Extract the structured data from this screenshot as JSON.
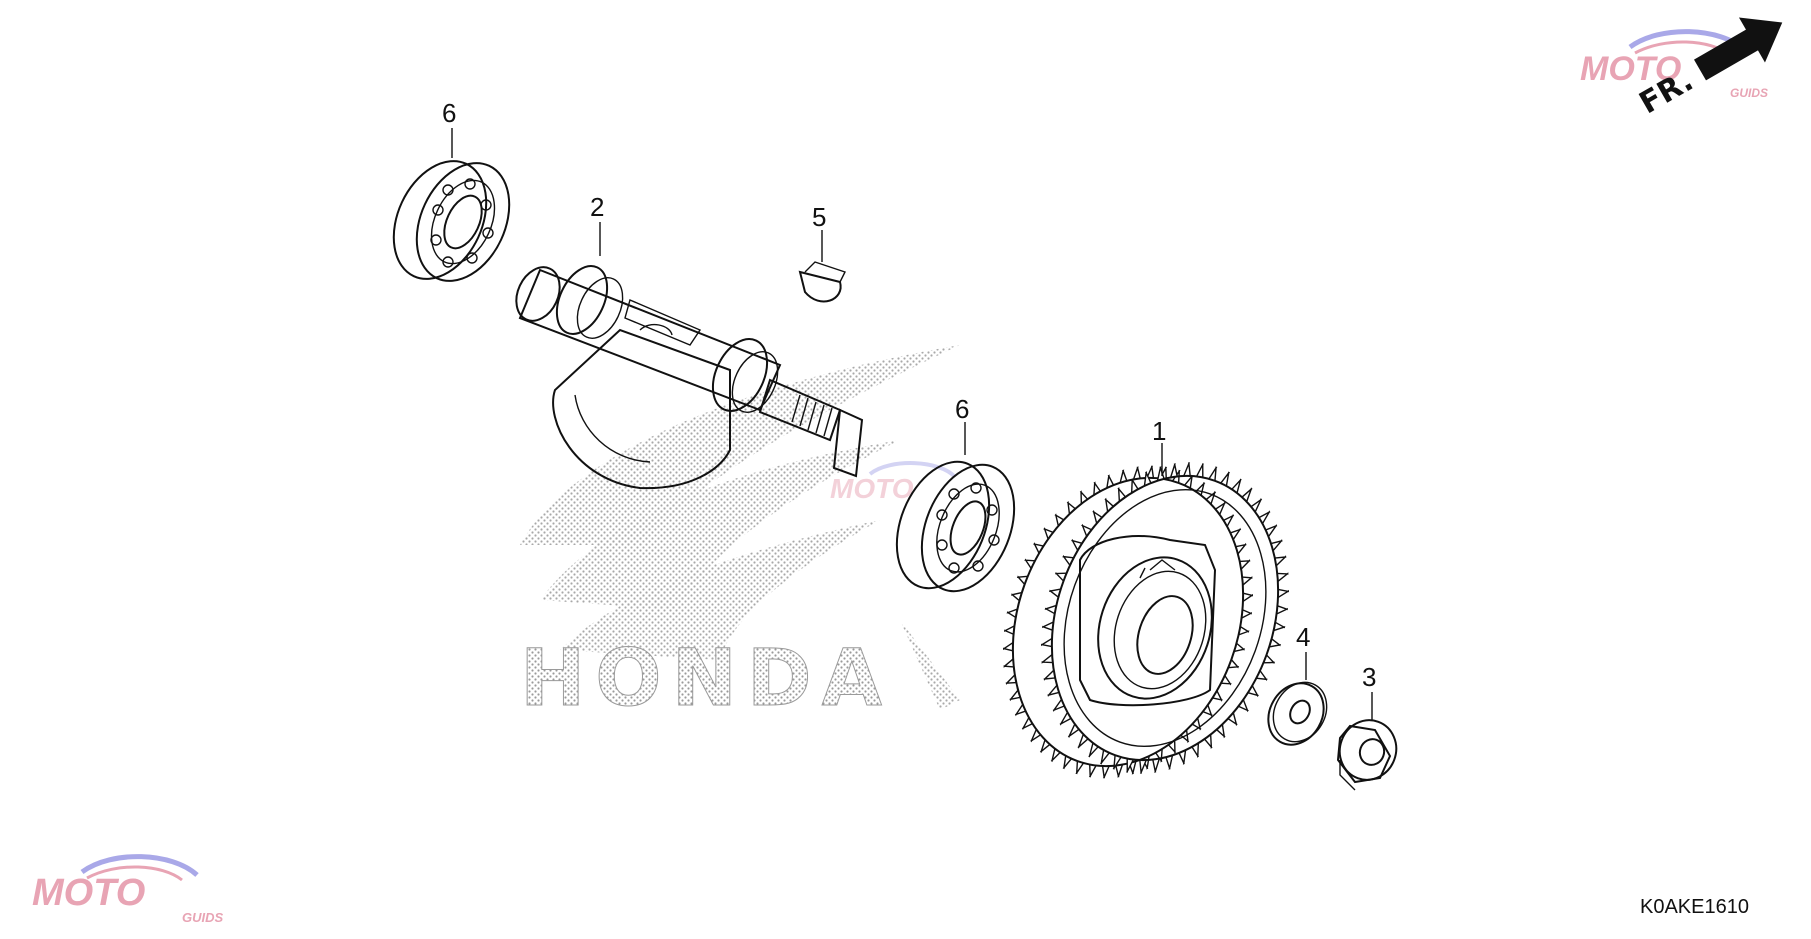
{
  "callouts": {
    "c6a": "6",
    "c2": "2",
    "c5": "5",
    "c6b": "6",
    "c1": "1",
    "c4": "4",
    "c3": "3"
  },
  "diagram_code": "K0AKE1610",
  "front_indicator": "FR.",
  "watermark": {
    "brand_text": "HONDA",
    "logo_top": "MOTO",
    "logo_bottom": "GUIDS"
  },
  "colors": {
    "line": "#111111",
    "watermark_gray": "#9a9a9a",
    "logo_pink": "#e8a4b4",
    "logo_lilac": "#a9a8e8"
  },
  "parts": [
    "ball-bearing-left",
    "balancer-shaft",
    "woodruff-key",
    "ball-bearing-right",
    "balancer-driven-gear",
    "washer",
    "nut"
  ]
}
